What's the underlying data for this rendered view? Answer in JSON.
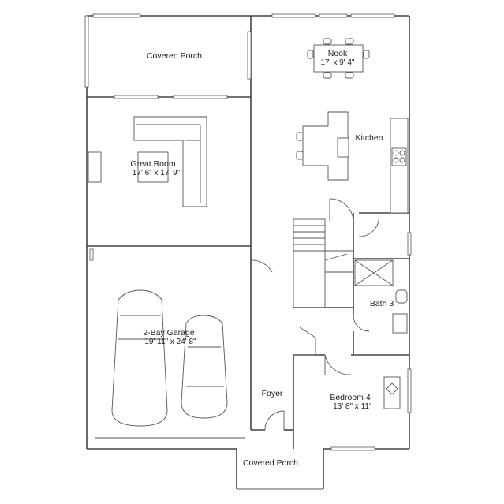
{
  "rooms": {
    "covered_porch_rear": {
      "name": "Covered Porch"
    },
    "nook": {
      "name": "Nook",
      "size": "17' x 9' 4\""
    },
    "kitchen": {
      "name": "Kitchen"
    },
    "great_room": {
      "name": "Great Room",
      "size": "17' 6\" x 17' 9\""
    },
    "garage": {
      "name": "2-Bay Garage",
      "size": "19' 11\" x 24' 8\""
    },
    "bath3": {
      "name": "Bath 3"
    },
    "foyer": {
      "name": "Foyer"
    },
    "bedroom4": {
      "name": "Bedroom 4",
      "size": "13' 8\" x 11'"
    },
    "covered_porch_front": {
      "name": "Covered Porch"
    }
  }
}
